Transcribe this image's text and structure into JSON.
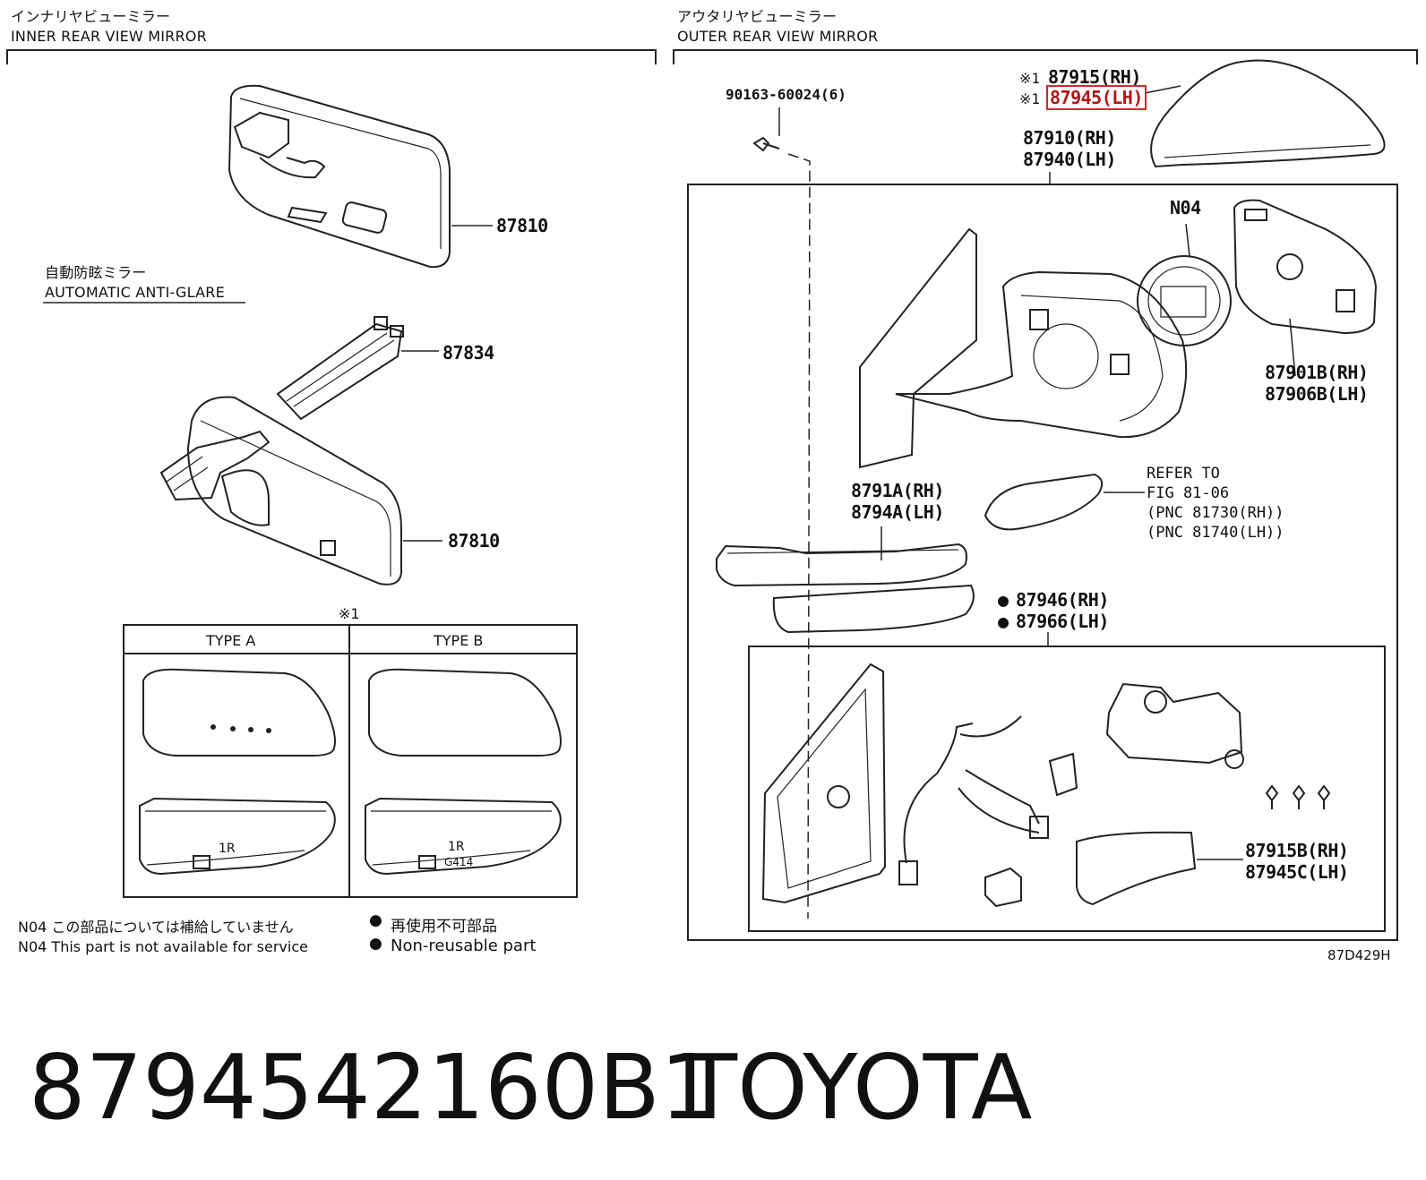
{
  "inner": {
    "title_jp": "インナリヤビューミラー",
    "title_en": "INNER REAR VIEW MIRROR",
    "parts": {
      "mirror_top": "87810",
      "bracket": "87834",
      "mirror_bottom": "87810"
    },
    "anti_glare_jp": "自動防眩ミラー",
    "anti_glare_en": "AUTOMATIC ANTI-GLARE"
  },
  "outer": {
    "title_jp": "アウタリヤビューミラー",
    "title_en": "OUTER REAR VIEW MIRROR",
    "screw": "90163-60024(6)",
    "cover_prefix": "※1",
    "cover_rh": "87915(RH)",
    "cover_lh": "87945(LH)",
    "assy_rh": "87910(RH)",
    "assy_lh": "87940(LH)",
    "n04": "N04",
    "glass_rh": "87901B(RH)",
    "glass_lh": "87906B(LH)",
    "lamp_rh": "8791A(RH)",
    "lamp_lh": "8794A(LH)",
    "refer": [
      "REFER TO",
      "FIG 81-06",
      "(PNC 81730(RH))",
      "(PNC 81740(LH))"
    ],
    "base_rh": "87946(RH)",
    "base_lh": "87966(LH)",
    "lower_rh": "87915B(RH)",
    "lower_lh": "87945C(LH)",
    "bullet": "●",
    "figure_code": "87D429H"
  },
  "types": {
    "marker": "※1",
    "type_a": "TYPE A",
    "type_b": "TYPE B",
    "label_a": "1R",
    "label_b": "1R",
    "code_b": "G414"
  },
  "notes": {
    "n04_jp": "N04 この部品については補給していません",
    "n04_en": "N04 This part is not available for service",
    "bullet": "●",
    "nonreuse_jp": "再使用不可部品",
    "nonreuse_en": "Non-reusable part"
  },
  "footer": {
    "part_number": "8794542160B1",
    "brand": "TOYOTA"
  }
}
